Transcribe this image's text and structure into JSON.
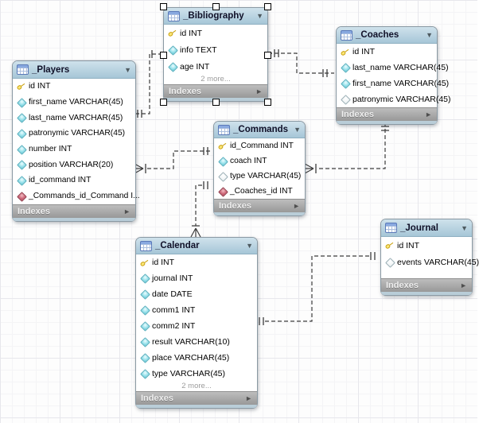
{
  "app": {
    "view": "eer-diagram-canvas"
  },
  "colors": {
    "table_header": "#aecbdb",
    "table_footer": "#a9a9a9",
    "table_body": "#ffffff",
    "selection_rim": "#b9cdd8",
    "relationship_line": "#3c3c3c",
    "key_icon": "#e3b715",
    "column_icon": "#7fd4de",
    "nullable_icon": "#eef3f4",
    "fk_icon": "#c9596a"
  },
  "icons": {
    "table": "table-grid-icon",
    "collapse": "▼",
    "expand_section": "►",
    "primary_key": "key-icon",
    "column": "diamond-filled-icon",
    "column_nullable": "diamond-hollow-icon",
    "column_fk": "diamond-red-icon"
  },
  "tables": [
    {
      "name": "_Bibliography",
      "selected": true,
      "footer": "Indexes",
      "more": "2 more...",
      "caret": "▼",
      "arrow": "►",
      "fields": [
        {
          "icon": "key",
          "text": "id INT"
        },
        {
          "icon": "column",
          "text": "info TEXT"
        },
        {
          "icon": "column",
          "text": "age INT"
        }
      ]
    },
    {
      "name": "_Players",
      "selected": false,
      "footer": "Indexes",
      "caret": "▼",
      "arrow": "►",
      "fields": [
        {
          "icon": "key",
          "text": "id INT"
        },
        {
          "icon": "column",
          "text": "first_name VARCHAR(45)"
        },
        {
          "icon": "column",
          "text": "last_name VARCHAR(45)"
        },
        {
          "icon": "column",
          "text": "patronymic VARCHAR(45)"
        },
        {
          "icon": "column",
          "text": "number INT"
        },
        {
          "icon": "column",
          "text": "position VARCHAR(20)"
        },
        {
          "icon": "column",
          "text": "id_command INT"
        },
        {
          "icon": "fk",
          "text": "_Commands_id_Command I..."
        }
      ]
    },
    {
      "name": "_Coaches",
      "selected": false,
      "footer": "Indexes",
      "caret": "▼",
      "arrow": "►",
      "fields": [
        {
          "icon": "key",
          "text": "id INT"
        },
        {
          "icon": "column",
          "text": "last_name VARCHAR(45)"
        },
        {
          "icon": "column",
          "text": "first_name VARCHAR(45)"
        },
        {
          "icon": "nullable",
          "text": "patronymic VARCHAR(45)"
        }
      ]
    },
    {
      "name": "_Commands",
      "selected": false,
      "footer": "Indexes",
      "caret": "▼",
      "arrow": "►",
      "fields": [
        {
          "icon": "key",
          "text": "id_Command INT"
        },
        {
          "icon": "column",
          "text": "coach INT"
        },
        {
          "icon": "nullable",
          "text": "type VARCHAR(45)"
        },
        {
          "icon": "fk",
          "text": "_Coaches_id INT"
        }
      ]
    },
    {
      "name": "_Journal",
      "selected": false,
      "footer": "Indexes",
      "caret": "▼",
      "arrow": "►",
      "fields": [
        {
          "icon": "key",
          "text": "id INT"
        },
        {
          "icon": "nullable",
          "text": "events VARCHAR(45)"
        }
      ]
    },
    {
      "name": "_Calendar",
      "selected": false,
      "footer": "Indexes",
      "more": "2 more...",
      "caret": "▼",
      "arrow": "►",
      "fields": [
        {
          "icon": "key",
          "text": "id INT"
        },
        {
          "icon": "column",
          "text": "journal INT"
        },
        {
          "icon": "column",
          "text": "date DATE"
        },
        {
          "icon": "column",
          "text": "comm1 INT"
        },
        {
          "icon": "column",
          "text": "comm2 INT"
        },
        {
          "icon": "column",
          "text": "result VARCHAR(10)"
        },
        {
          "icon": "column",
          "text": "place VARCHAR(45)"
        },
        {
          "icon": "column",
          "text": "type VARCHAR(45)"
        }
      ]
    }
  ],
  "relationships": [
    {
      "from": "_Players",
      "to": "_Bibliography",
      "notation": "one-to-one"
    },
    {
      "from": "_Bibliography",
      "to": "_Coaches",
      "notation": "one-to-one"
    },
    {
      "from": "_Commands",
      "to": "_Coaches",
      "notation": "many-to-one"
    },
    {
      "from": "_Players",
      "to": "_Commands",
      "notation": "many-to-one"
    },
    {
      "from": "_Calendar",
      "to": "_Commands",
      "notation": "many-to-one"
    },
    {
      "from": "_Calendar",
      "to": "_Journal",
      "notation": "one-to-one"
    }
  ]
}
